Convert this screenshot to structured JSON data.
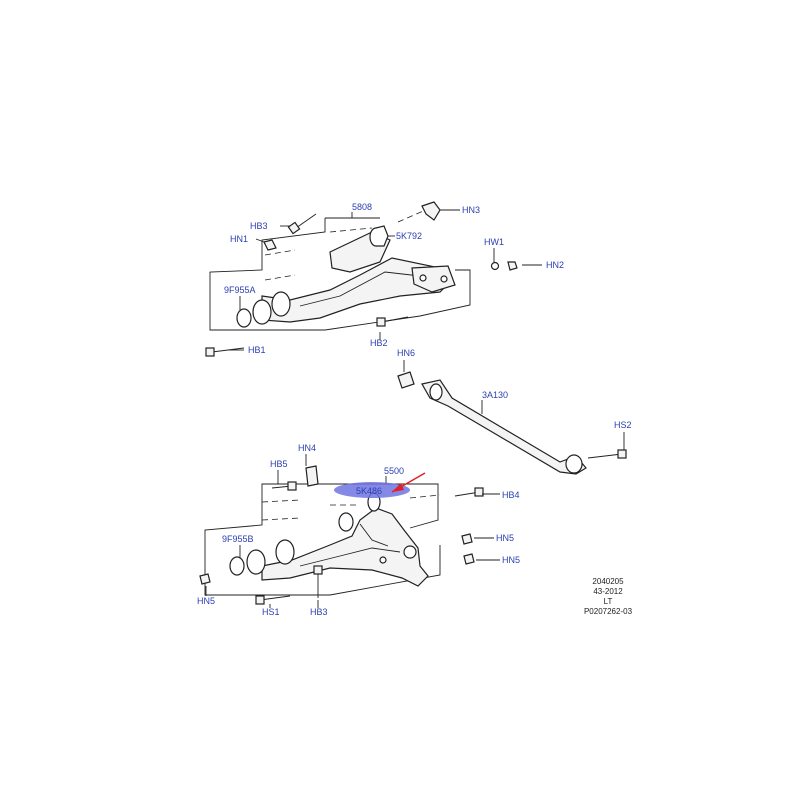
{
  "labels": {
    "hb3_top": "HB3",
    "p5808": "5808",
    "hn3": "HN3",
    "hn1": "HN1",
    "p5k792": "5K792",
    "hw1": "HW1",
    "hn2": "HN2",
    "p9f955a": "9F955A",
    "hb1": "HB1",
    "hb2": "HB2",
    "hn6": "HN6",
    "p3a130": "3A130",
    "hs2": "HS2",
    "hn4": "HN4",
    "hb5": "HB5",
    "p5500": "5500",
    "p5k486": "5K486",
    "hb4": "HB4",
    "p9f955b": "9F955B",
    "hn5_right_upper": "HN5",
    "hn5_right_lower": "HN5",
    "hn5_left": "HN5",
    "hs1": "HS1",
    "hb3_bottom": "HB3"
  },
  "reference": {
    "line1": "2040205",
    "line2": "43-2012",
    "line3": "LT",
    "line4": "P0207262-03"
  },
  "colors": {
    "label": "#2a3fb0",
    "highlight": "#6f74e0",
    "arrow": "#e0202a"
  }
}
